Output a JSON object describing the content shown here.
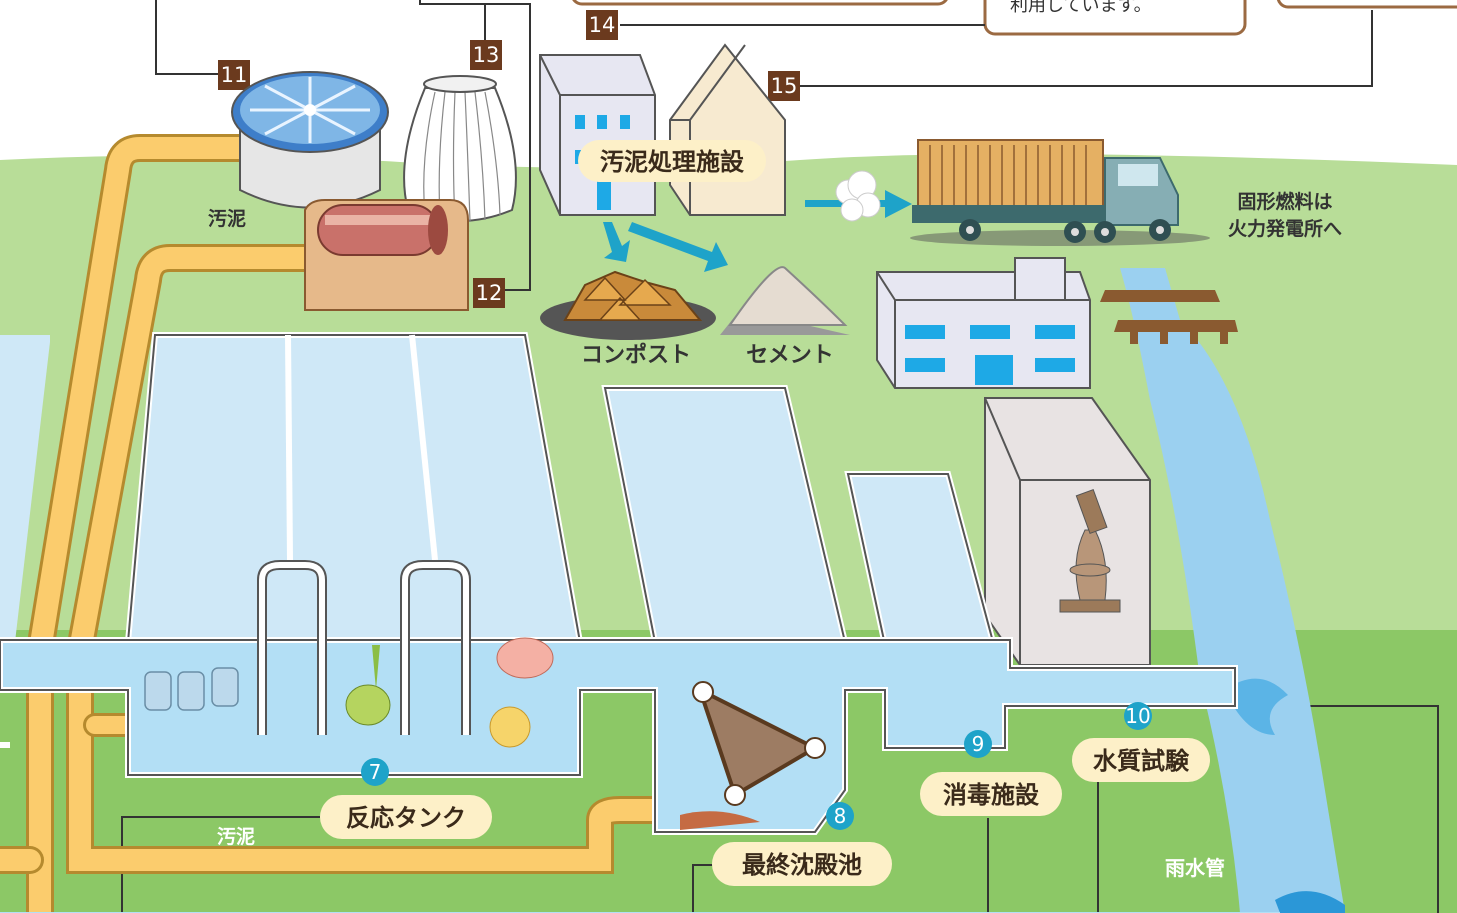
{
  "colors": {
    "grass": "#9bcf6e",
    "ground": "#b5dc92",
    "deep_ground": "#86c45f",
    "water": "#c9e8f7",
    "water_deep": "#8fd0ee",
    "pipe": "#f9c96a",
    "pill": "#fdf0c8",
    "num_box": "#6b3a1e",
    "num_circle": "#1ea3c9",
    "arrow": "#1ea3c9"
  },
  "callouts": {
    "right_text": "利用しています。"
  },
  "numbers": {
    "n7": "7",
    "n8": "8",
    "n9": "9",
    "n10": "10",
    "n11": "11",
    "n12": "12",
    "n13": "13",
    "n14": "14",
    "n15": "15"
  },
  "labels": {
    "sludge_top": "汚泥",
    "sludge_bottom": "汚泥",
    "sludge_facility": "汚泥処理施設",
    "compost": "コンポスト",
    "cement": "セメント",
    "solid_fuel_line1": "固形燃料は",
    "solid_fuel_line2": "火力発電所へ",
    "reaction_tank": "反応タンク",
    "final_settling": "最終沈殿池",
    "disinfection": "消毒施設",
    "water_quality": "水質試験",
    "rain_pipe": "雨水管"
  },
  "icons": [
    "microscope-icon",
    "truck-icon",
    "gravity-thickener-icon",
    "digester-icon",
    "dewatering-machine-icon",
    "microorganism-icons",
    "scraper-icon"
  ]
}
